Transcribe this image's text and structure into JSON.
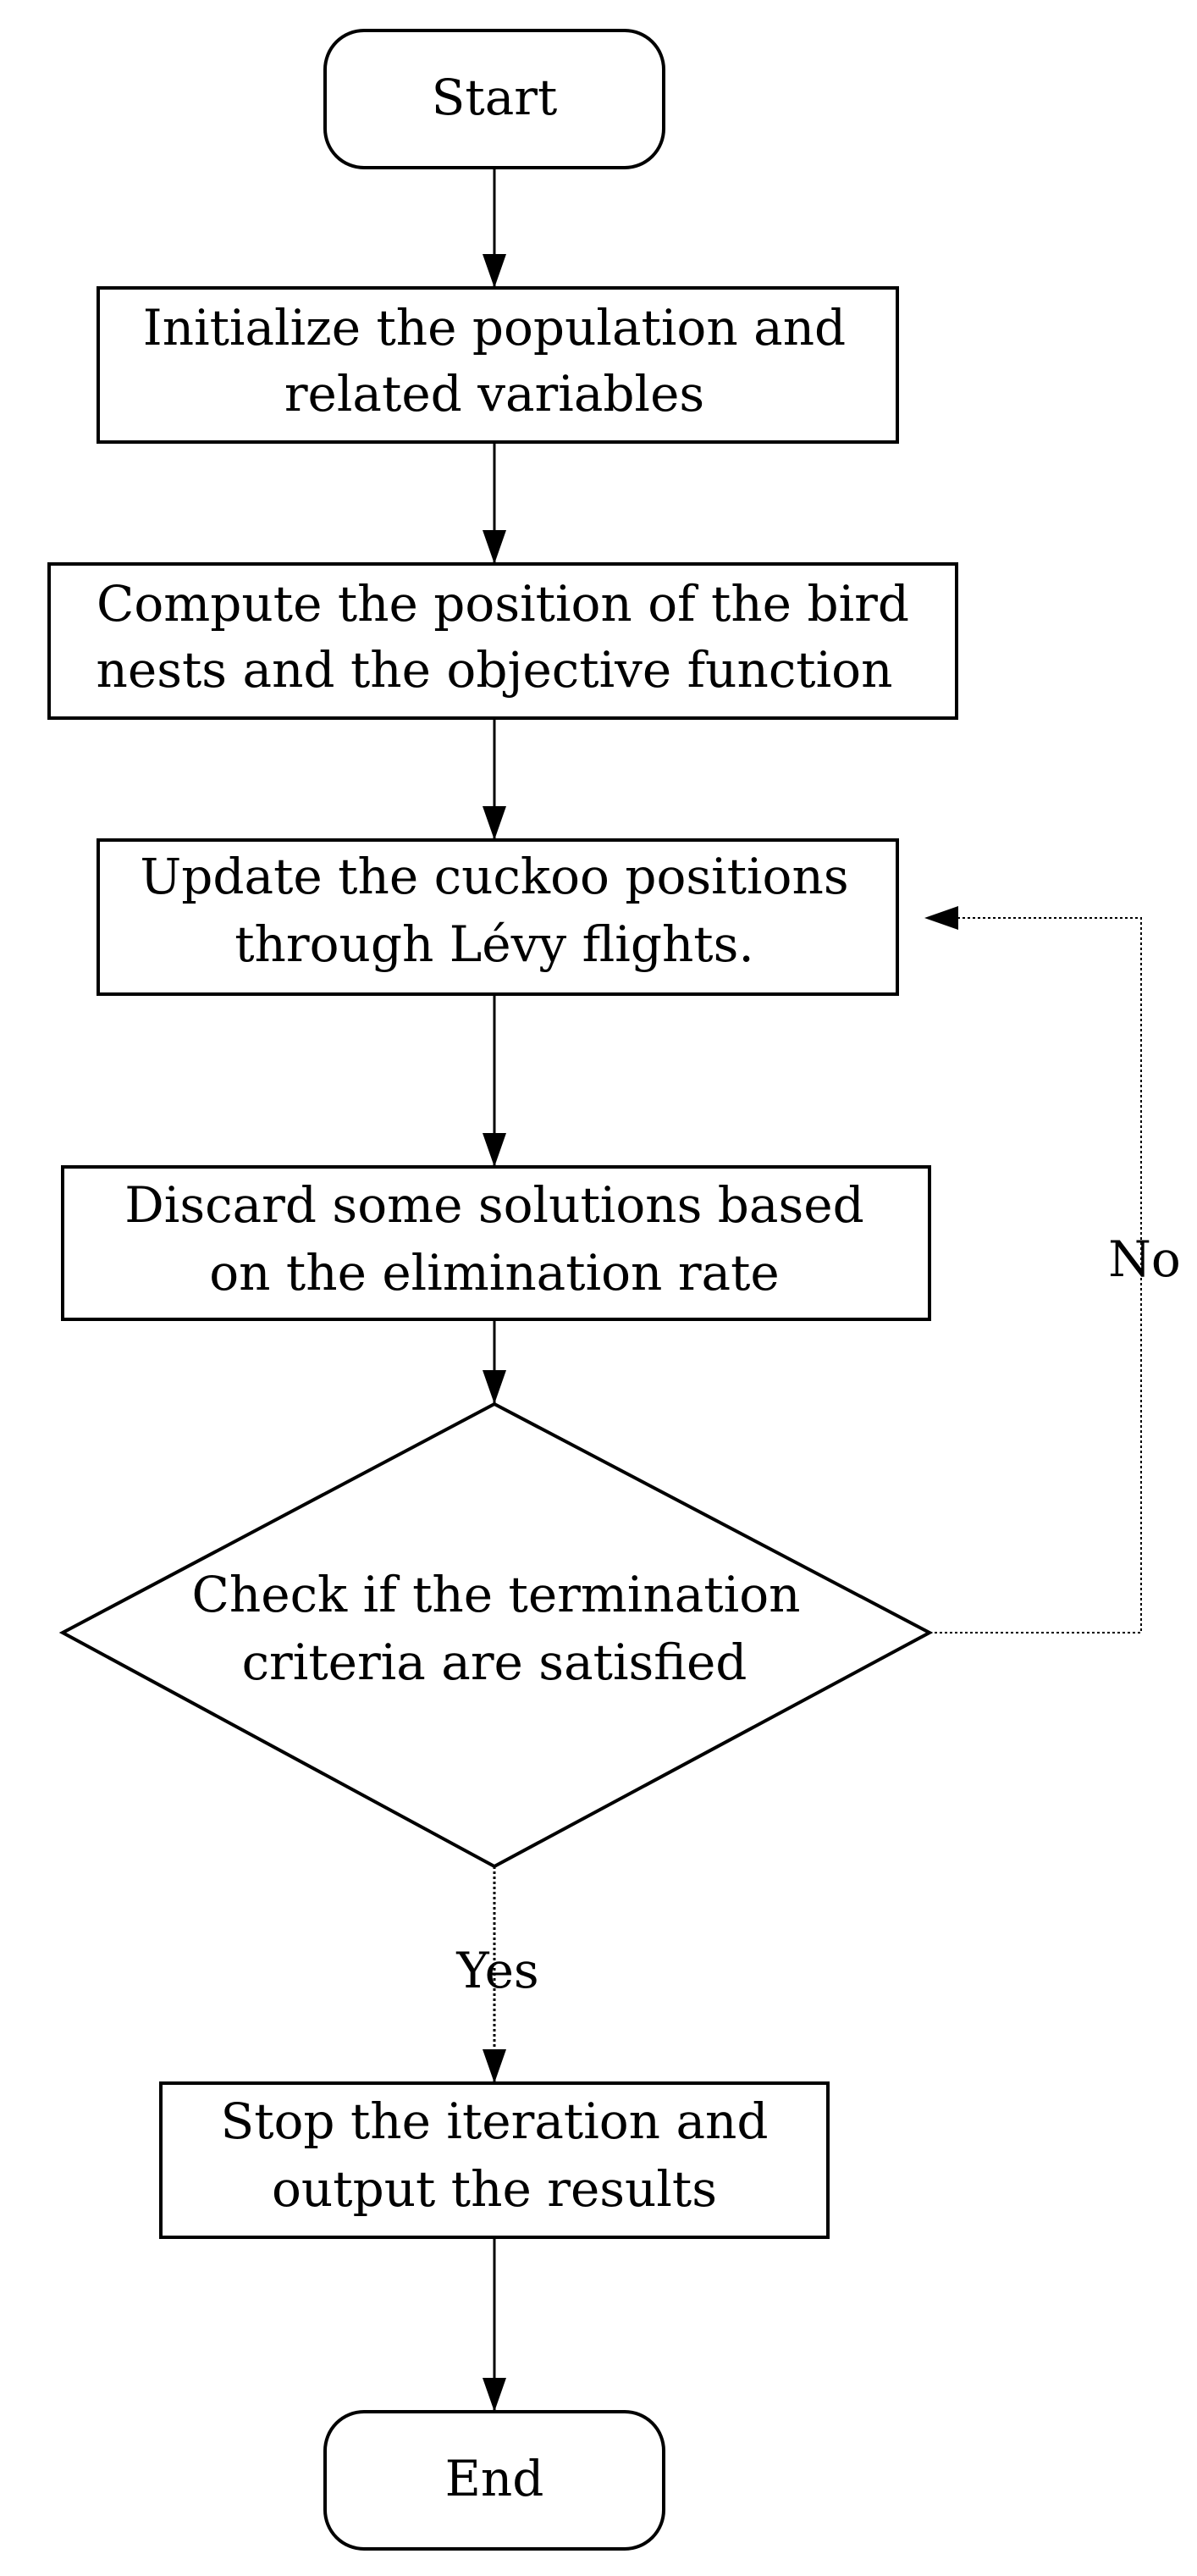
{
  "flowchart": {
    "start": {
      "label": "Start"
    },
    "init": {
      "line1": "Initialize the population and",
      "line2": "related variables"
    },
    "compute": {
      "line1": "Compute the position of the bird",
      "line2": "nests and the objective function"
    },
    "update": {
      "line1": "Update the cuckoo positions",
      "line2": "through Lévy flights."
    },
    "discard": {
      "line1": "Discard some solutions based",
      "line2": "on the elimination rate"
    },
    "check": {
      "line1": "Check if the termination",
      "line2": "criteria are satisfied"
    },
    "stop": {
      "line1": "Stop the iteration and",
      "line2": "output the results"
    },
    "end": {
      "label": "End"
    },
    "edges": {
      "no_label": "No",
      "yes_label": "Yes"
    }
  },
  "colors": {
    "stroke": "#000000",
    "background": "#ffffff"
  }
}
